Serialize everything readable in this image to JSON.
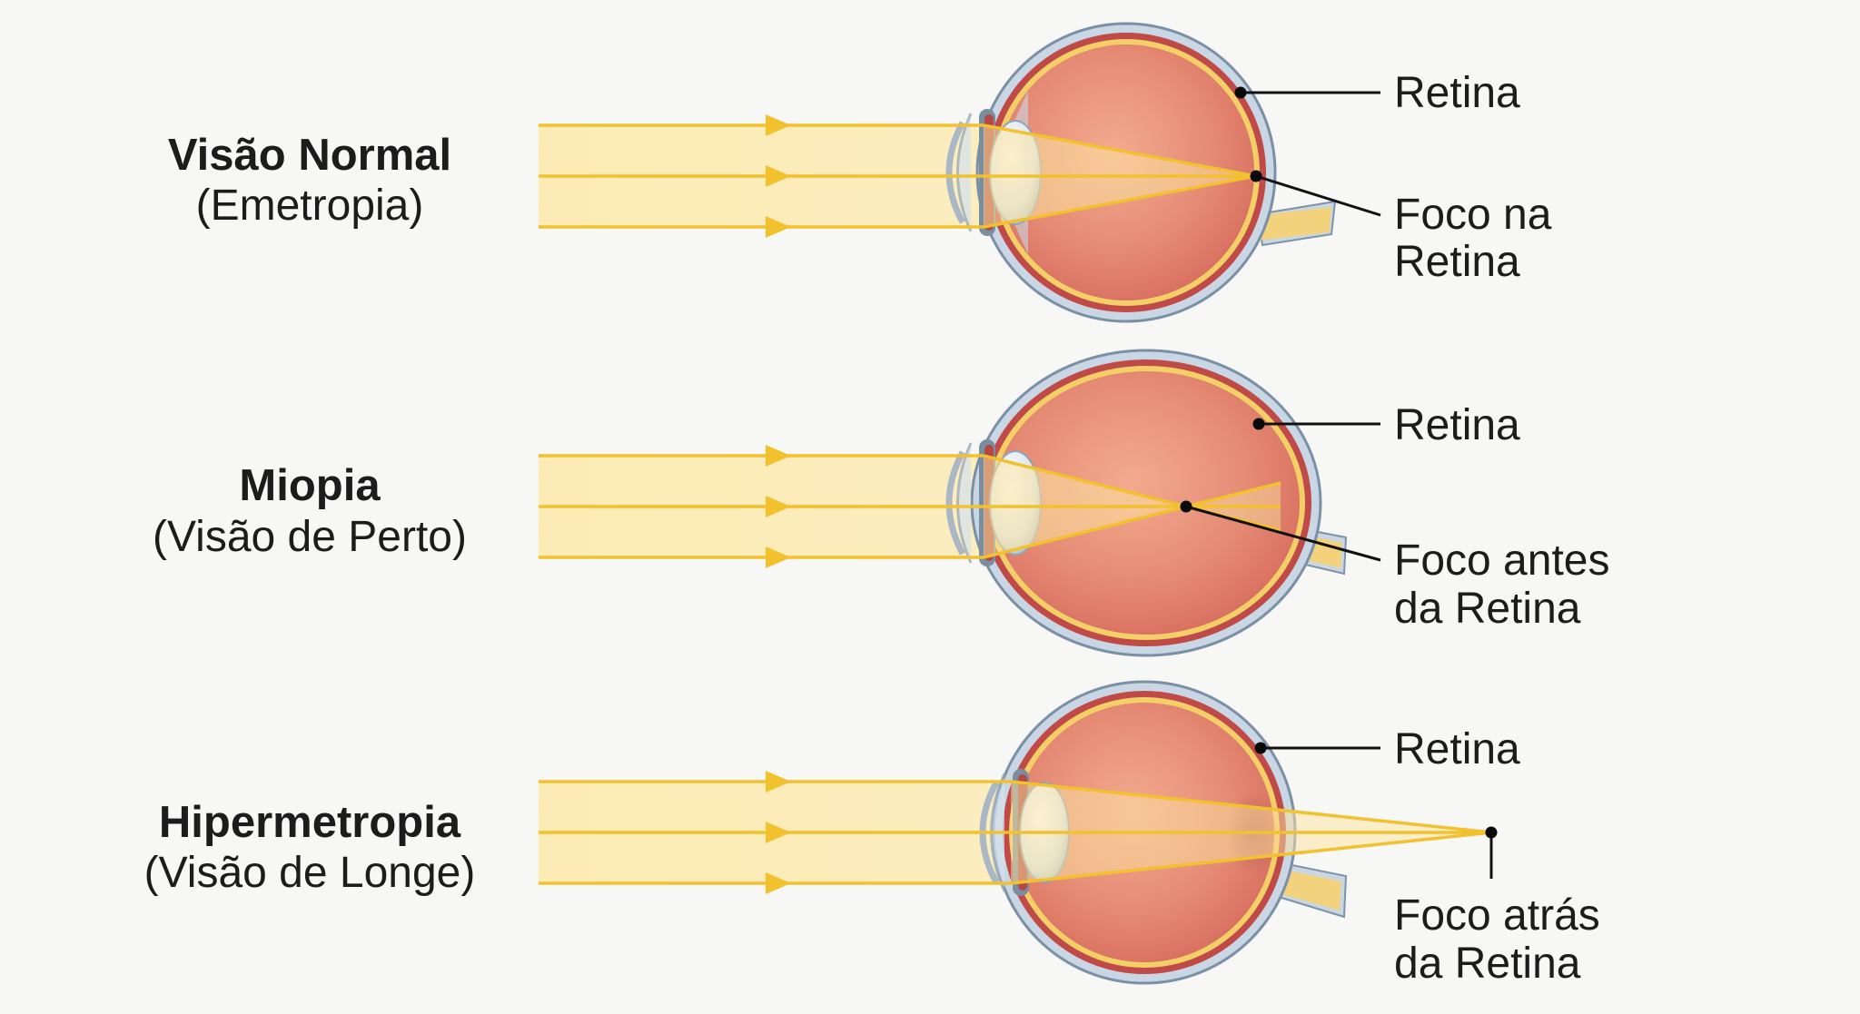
{
  "rows": [
    {
      "id": "normal",
      "title": "Visão Normal",
      "subtitle": "(Emetropia)",
      "retina_label": "Retina",
      "focus_label": [
        "Foco na",
        "Retina"
      ]
    },
    {
      "id": "myopia",
      "title": "Miopia",
      "subtitle": "(Visão de Perto)",
      "retina_label": "Retina",
      "focus_label": [
        "Foco antes",
        "da Retina"
      ]
    },
    {
      "id": "hyperopia",
      "title": "Hipermetropia",
      "subtitle": "(Visão de Longe)",
      "retina_label": "Retina",
      "focus_label": [
        "Foco atrás",
        "da Retina"
      ]
    }
  ],
  "colors": {
    "background": "#f7f7f5",
    "light_beam": "#fde9a8",
    "light_ray": "#f2c12e",
    "sclera": "#c9d7e4",
    "choroid": "#c04a48",
    "retina": "#f2cf67",
    "vitreous": "#e5826f",
    "lens": "#e3ecf4",
    "optic_nerve": "#f2d27c",
    "text": "#1c1c1c"
  },
  "icons": [
    "eye-diagram",
    "focus-point",
    "light-ray-arrow"
  ]
}
